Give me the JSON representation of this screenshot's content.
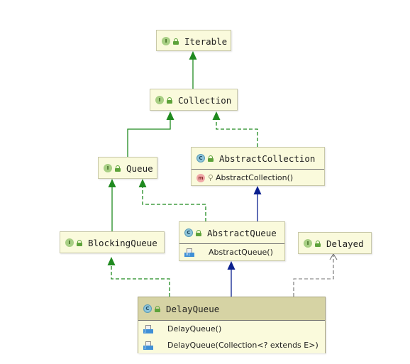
{
  "diagram": {
    "nodes": {
      "iterable": {
        "kind": "interface",
        "badge": "I",
        "name": "Iterable"
      },
      "collection": {
        "kind": "interface",
        "badge": "I",
        "name": "Collection"
      },
      "abstract_collection": {
        "kind": "class",
        "badge": "C",
        "name": "AbstractCollection",
        "members": [
          {
            "icon": "method-icon",
            "badge": "m",
            "label": "AbstractCollection()"
          }
        ]
      },
      "queue": {
        "kind": "interface",
        "badge": "I",
        "name": "Queue"
      },
      "blocking_queue": {
        "kind": "interface",
        "badge": "I",
        "name": "BlockingQueue"
      },
      "abstract_queue": {
        "kind": "class",
        "badge": "C",
        "name": "AbstractQueue",
        "members": [
          {
            "icon": "field-icon",
            "label": "AbstractQueue()"
          }
        ]
      },
      "delayed": {
        "kind": "interface",
        "badge": "I",
        "name": "Delayed"
      },
      "delay_queue": {
        "kind": "class",
        "badge": "C",
        "name": "DelayQueue",
        "members": [
          {
            "icon": "constructor-icon",
            "label": "DelayQueue()"
          },
          {
            "icon": "constructor-icon",
            "label": "DelayQueue(Collection<? extends E>)"
          }
        ]
      }
    },
    "edges": [
      {
        "from": "collection",
        "to": "iterable",
        "kind": "interface-extends",
        "color": "#1f8a1f"
      },
      {
        "from": "queue",
        "to": "collection",
        "kind": "interface-extends",
        "color": "#1f8a1f"
      },
      {
        "from": "abstract_collection",
        "to": "collection",
        "kind": "implements",
        "color": "#1f8a1f"
      },
      {
        "from": "blocking_queue",
        "to": "queue",
        "kind": "interface-extends",
        "color": "#1f8a1f"
      },
      {
        "from": "abstract_queue",
        "to": "queue",
        "kind": "implements",
        "color": "#1f8a1f"
      },
      {
        "from": "abstract_queue",
        "to": "abstract_collection",
        "kind": "class-extends",
        "color": "#0a1f8f"
      },
      {
        "from": "delay_queue",
        "to": "blocking_queue",
        "kind": "implements",
        "color": "#1f8a1f"
      },
      {
        "from": "delay_queue",
        "to": "abstract_queue",
        "kind": "class-extends",
        "color": "#0a1f8f"
      },
      {
        "from": "delay_queue",
        "to": "delayed",
        "kind": "implements-open-arrow",
        "color": "#707070"
      }
    ],
    "colors": {
      "node_fill": "#fafadc",
      "selected_fill": "#d6d3a4",
      "interface_edge": "#1f8a1f",
      "class_edge": "#0a1f8f",
      "dependency_edge": "#707070"
    }
  }
}
